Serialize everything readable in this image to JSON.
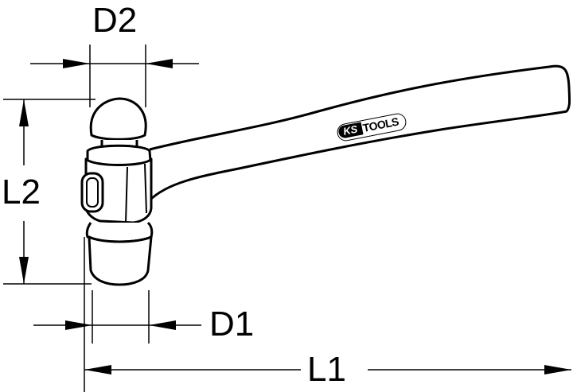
{
  "diagram": {
    "subject": "ball-peen hammer dimension drawing",
    "labels": {
      "d2": "D2",
      "l2": "L2",
      "d1": "D1",
      "l1": "L1"
    },
    "logo": {
      "ks": "KS",
      "tools": "TOOLS"
    },
    "colors": {
      "line": "#000000",
      "background": "#ffffff"
    }
  }
}
